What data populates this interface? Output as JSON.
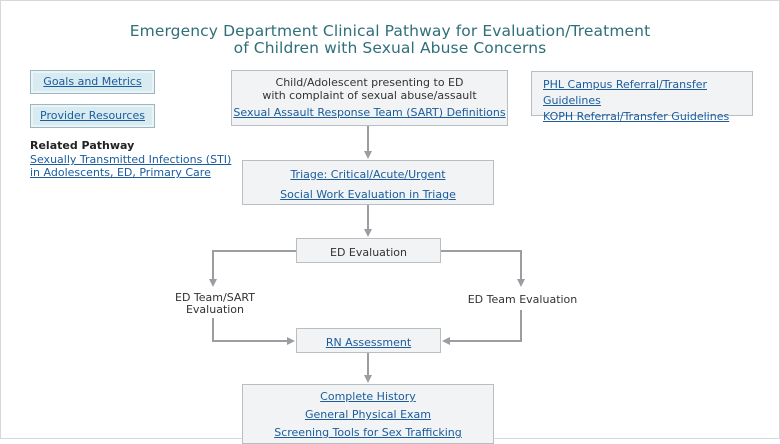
{
  "title": {
    "line1": "Emergency Department Clinical Pathway for Evaluation/Treatment",
    "line2": "of Children with Sexual Abuse Concerns"
  },
  "buttons": {
    "goals": "Goals and Metrics",
    "provider": "Provider Resources"
  },
  "related": {
    "heading": "Related Pathway",
    "link_line1": "Sexually Transmitted Infections (STI)",
    "link_line2": "in Adolescents, ED, Primary Care"
  },
  "referral": {
    "phl": "PHL Campus Referral/Transfer Guidelines",
    "koph": "KOPH Referral/Transfer Guidelines"
  },
  "nodes": {
    "start_line1": "Child/Adolescent presenting to ED",
    "start_line2": "with complaint of sexual abuse/assault",
    "sart_link": "Sexual Assault Response Team (SART) Definitions",
    "triage_link": "Triage: Critical/Acute/Urgent",
    "social_link": "Social Work Evaluation in Triage",
    "ed_eval": "ED Evaluation",
    "left_branch_line1": "ED Team/SART",
    "left_branch_line2": "Evaluation",
    "right_branch": "ED Team Evaluation",
    "rn_link": "RN Assessment",
    "history_link": "Complete History",
    "exam_link": "General Physical Exam",
    "screening_link": "Screening Tools for Sex Trafficking"
  },
  "colors": {
    "title": "#2f6f79",
    "link": "#1b5c9e",
    "box_fill": "#f1f3f4",
    "button_fill": "#d7ebf1",
    "arrow": "#9a9ea2"
  }
}
